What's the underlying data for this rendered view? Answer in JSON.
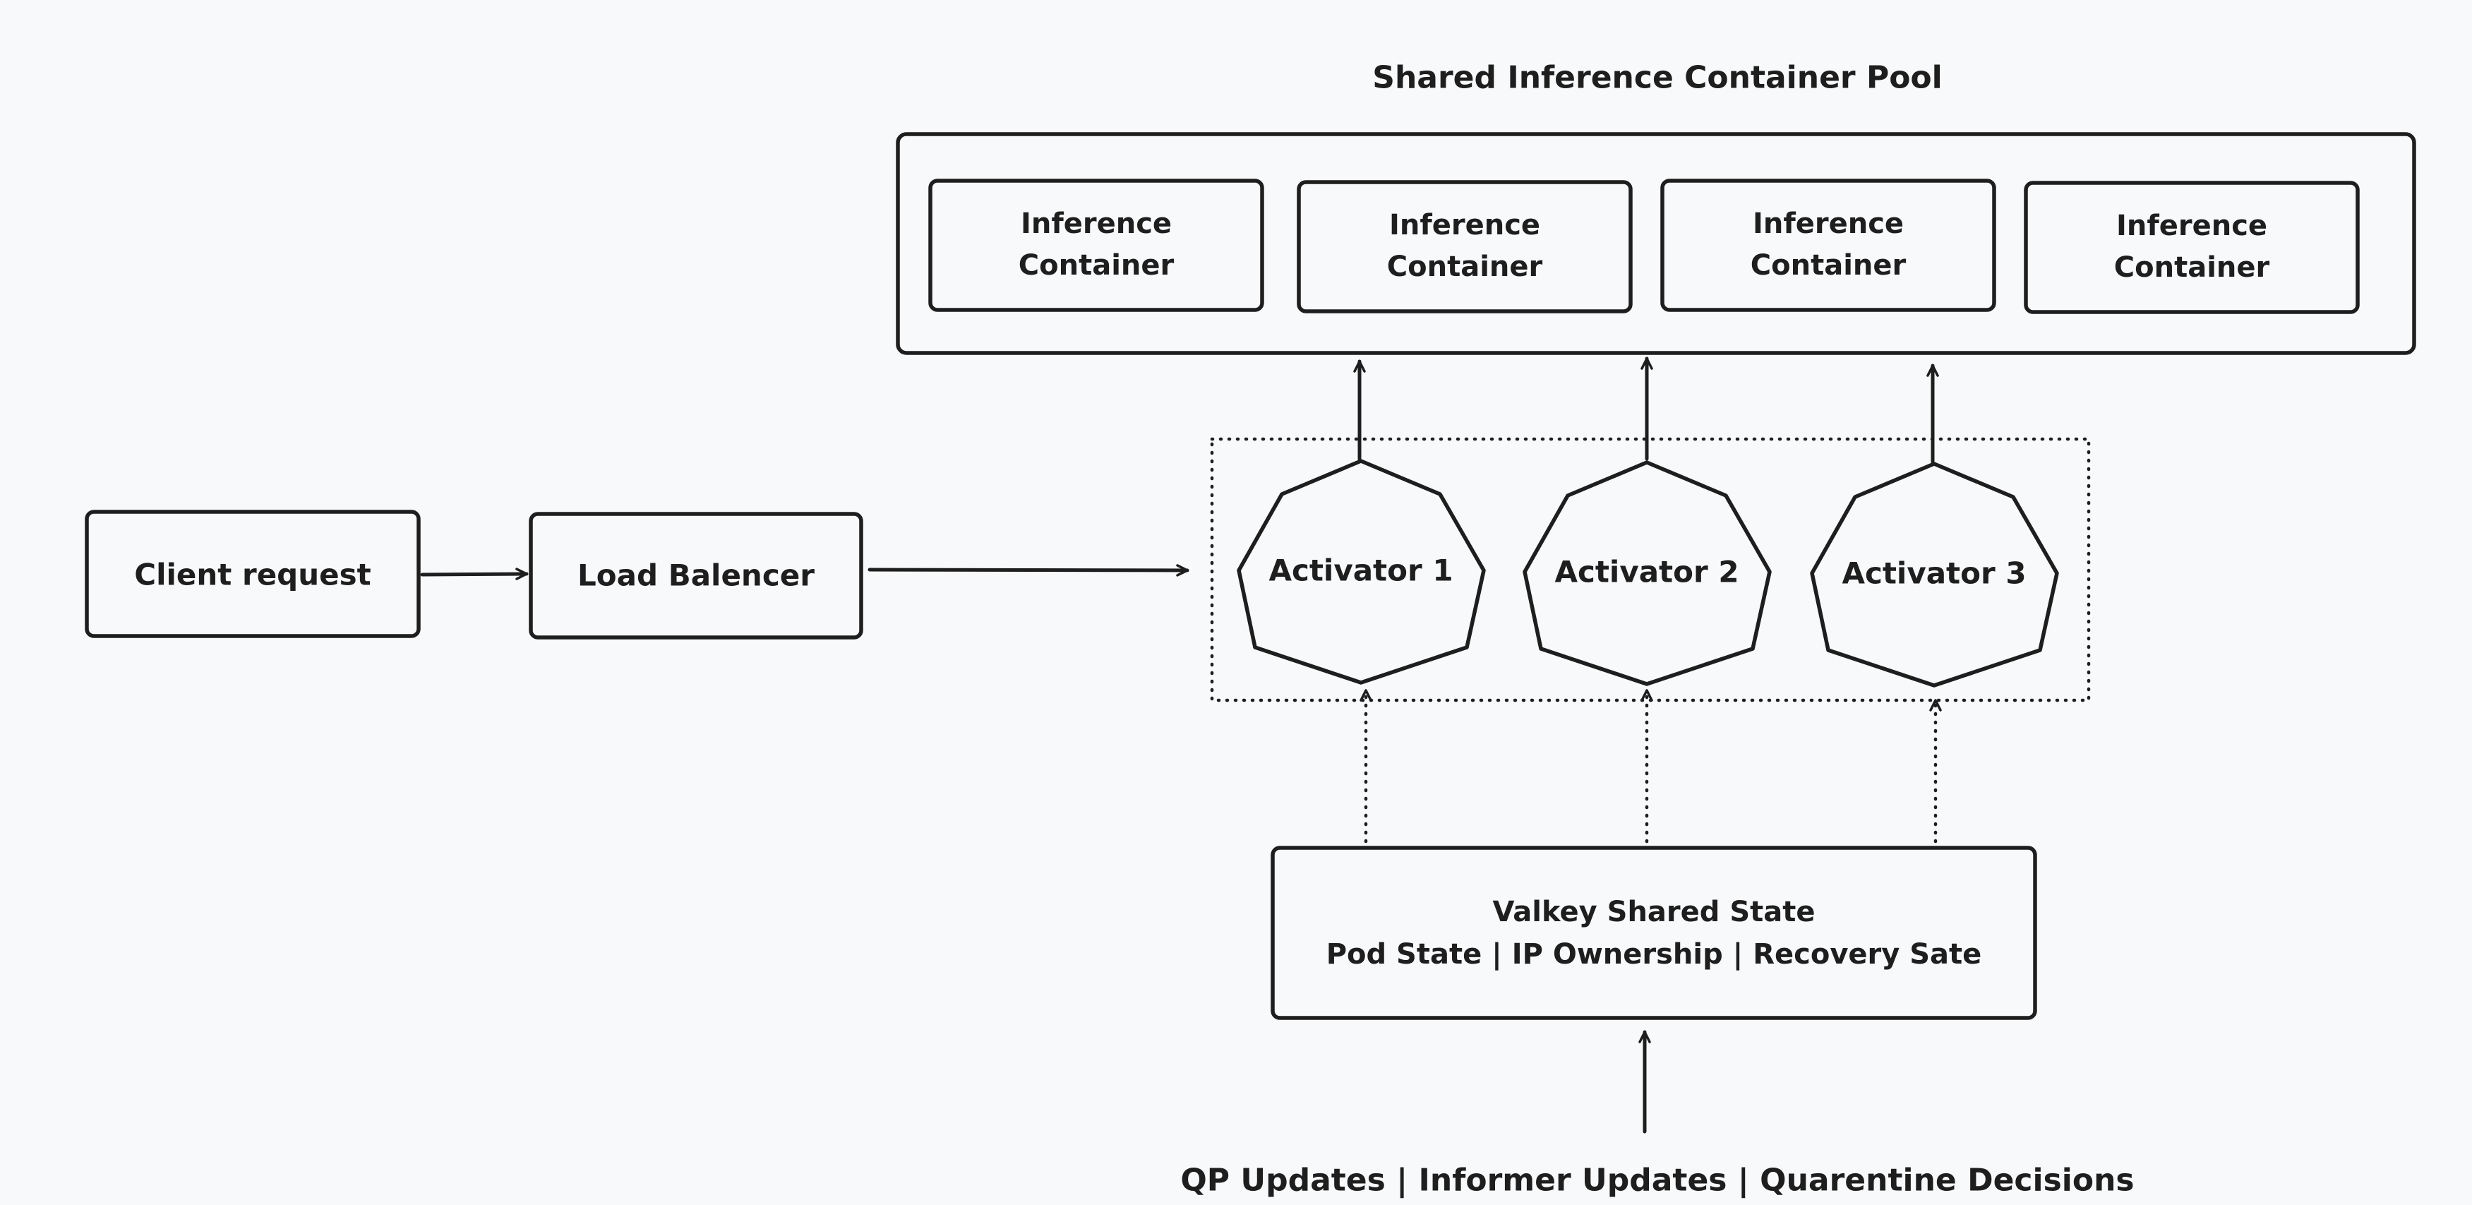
{
  "pool": {
    "title": "Shared Inference Container Pool",
    "containers": [
      {
        "line1": "Inference",
        "line2": "Container"
      },
      {
        "line1": "Inference",
        "line2": "Container"
      },
      {
        "line1": "Inference",
        "line2": "Container"
      },
      {
        "line1": "Inference",
        "line2": "Container"
      }
    ]
  },
  "client": {
    "label": "Client request"
  },
  "load_balancer": {
    "label": "Load Balencer"
  },
  "activators": [
    {
      "label": "Activator 1"
    },
    {
      "label": "Activator 2"
    },
    {
      "label": "Activator 3"
    }
  ],
  "valkey": {
    "line1": "Valkey Shared State",
    "line2": "Pod State | IP Ownership | Recovery Sate"
  },
  "updates": {
    "label": "QP Updates | Informer Updates | Quarentine Decisions"
  },
  "colors": {
    "background": "#f8f9fb",
    "stroke": "#1e1e1e",
    "text": "#1e1e1e"
  }
}
